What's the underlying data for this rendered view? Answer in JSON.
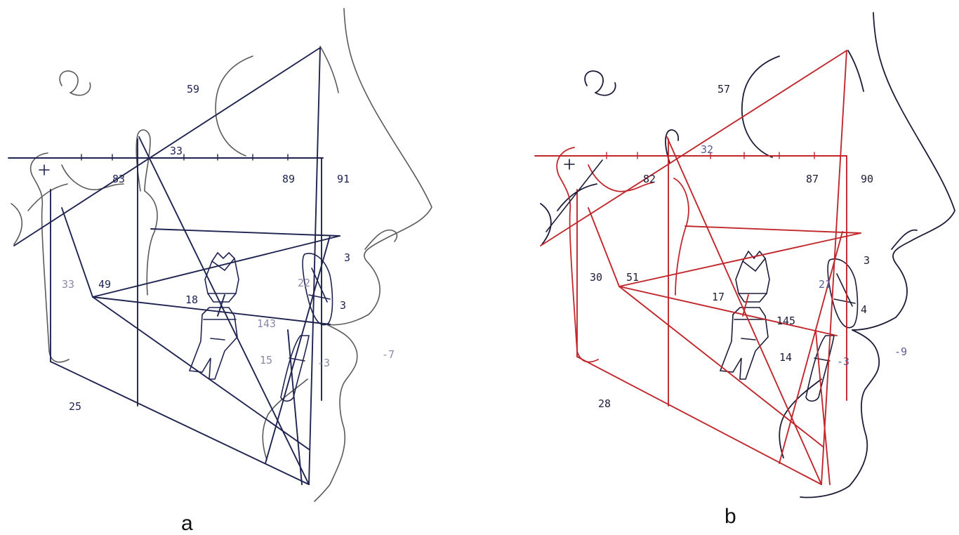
{
  "colors": {
    "tracing_a": "#1f2350",
    "anatomy_a": "#5a5a5a",
    "faded_a": "#8a8aa8",
    "tracing_b": "#c0282d",
    "anatomy_b": "#1c1c38",
    "faded_b": "#5b5b9a",
    "caption": "#111111"
  },
  "panel_a": {
    "caption": "a",
    "measurements": {
      "top": "59",
      "sn": "33",
      "sna_left": "83",
      "sna_right": "89",
      "facial": "91",
      "gonial": "33",
      "gonial_upper": "49",
      "incisor_plane": "18",
      "upper_incisor": "22",
      "lip_upper": "3",
      "lip_lower": "3",
      "interincisal": "143",
      "lower_incisor": "15",
      "chin": "-3",
      "profile": "-7",
      "mandibular": "25"
    }
  },
  "panel_b": {
    "caption": "b",
    "measurements": {
      "top": "57",
      "sn": "32",
      "sna_left": "82",
      "sna_right": "87",
      "facial": "90",
      "gonial": "30",
      "gonial_upper": "51",
      "incisor_plane": "17",
      "upper_incisor": "21",
      "lip_upper": "3",
      "lip_lower": "4",
      "interincisal": "145",
      "lower_incisor": "14",
      "chin": "-3",
      "profile": "-9",
      "mandibular": "28"
    }
  }
}
